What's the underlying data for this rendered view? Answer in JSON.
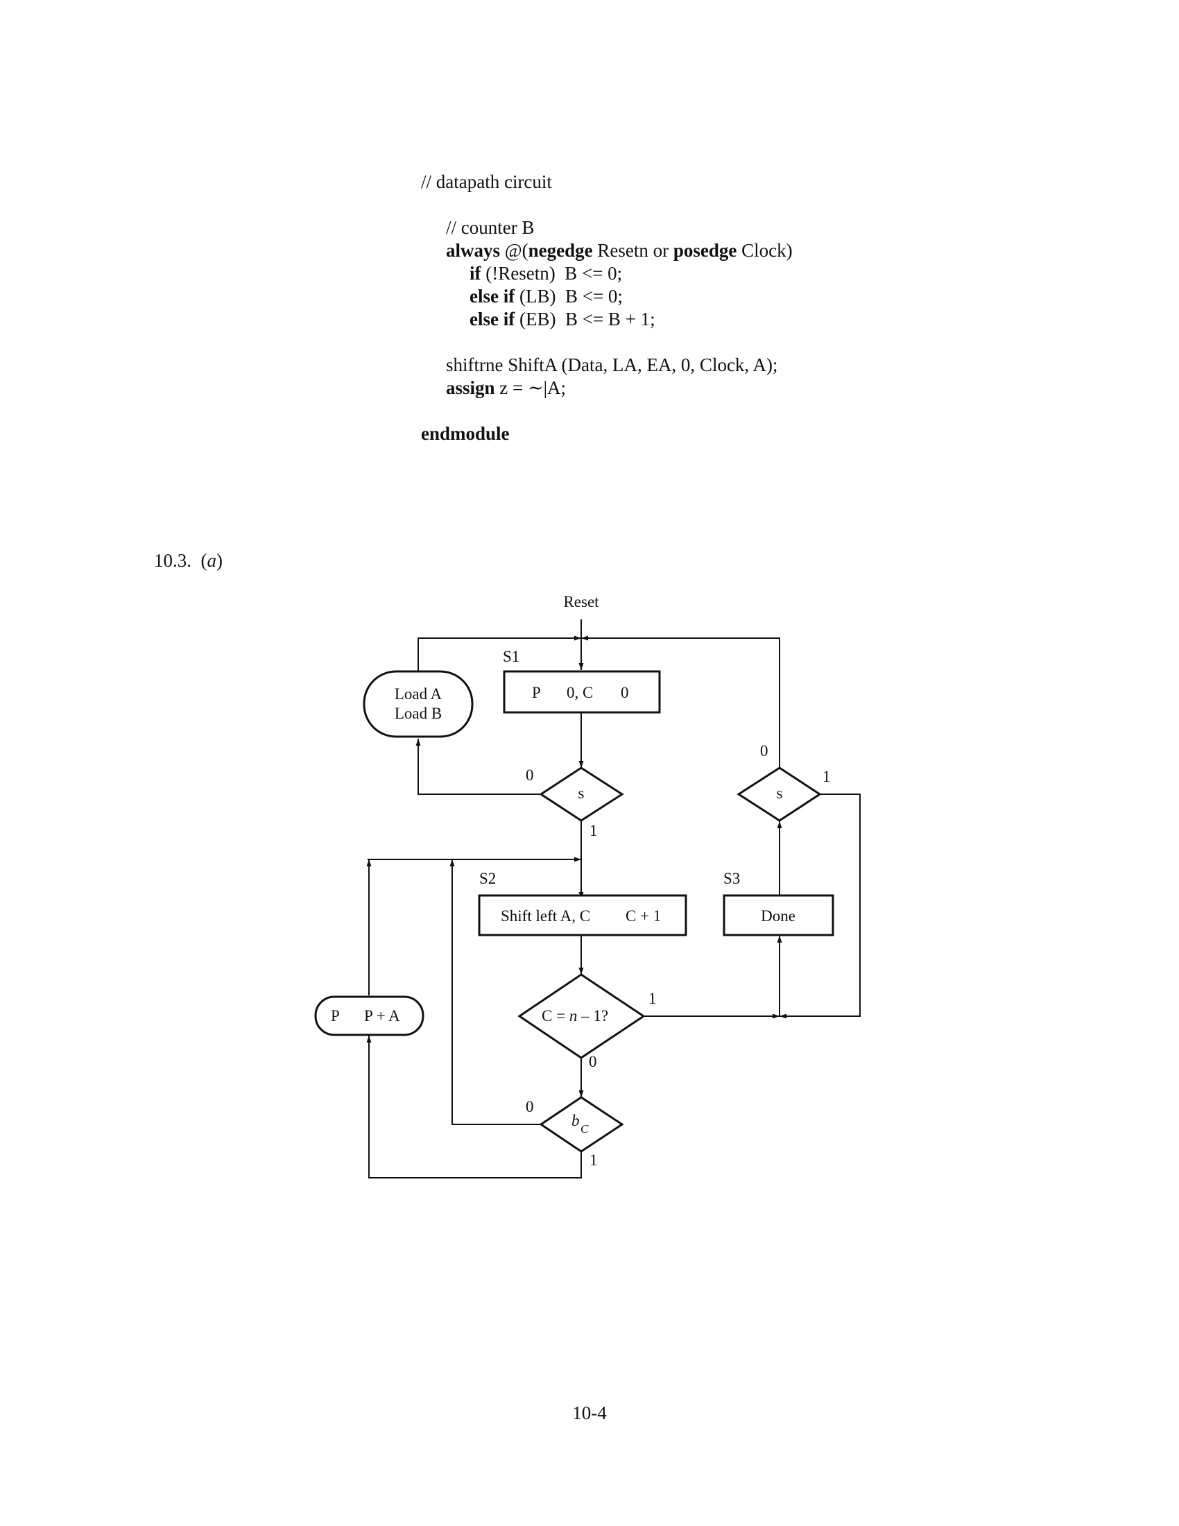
{
  "code": {
    "comment_datapath": "// datapath circuit",
    "comment_counter": "// counter B",
    "always_kw": "always",
    "always_paren": " @(",
    "negedge_kw": "negedge",
    "always_mid": " Resetn or ",
    "posedge_kw": "posedge",
    "always_end": " Clock)",
    "if_kw": "if",
    "if_rest": " (!Resetn)  B <= 0;",
    "elseif_kw": "else if",
    "elseif1_rest": " (LB)  B <= 0;",
    "elseif2_rest": " (EB)  B <= B + 1;",
    "shift_line": "shiftrne ShiftA (Data, LA, EA, 0, Clock, A);",
    "assign_kw": "assign",
    "assign_rest": " z = ∼|A;",
    "endmodule_kw": "endmodule"
  },
  "problem": {
    "number": "10.3.",
    "part_open": "(",
    "part": "a",
    "part_close": ")"
  },
  "diagram": {
    "reset_label": "Reset",
    "state_s1": "S1",
    "state_s2": "S2",
    "state_s3": "S3",
    "s1_box_p": "P",
    "s1_box_rest": "0, C",
    "s1_box_end": "0",
    "load_a": "Load A",
    "load_b": "Load B",
    "s_label": "s",
    "shift_text": "Shift left A, C",
    "shift_rhs": "C + 1",
    "done_text": "Done",
    "cond_c_pre": "C  =  ",
    "cond_c_n": "n",
    "cond_c_post": " – 1?",
    "bc_b": "b",
    "bc_sub": "C",
    "add_p": "P",
    "add_rhs": "P + A",
    "zero": "0",
    "one": "1"
  },
  "page_number": "10-4"
}
